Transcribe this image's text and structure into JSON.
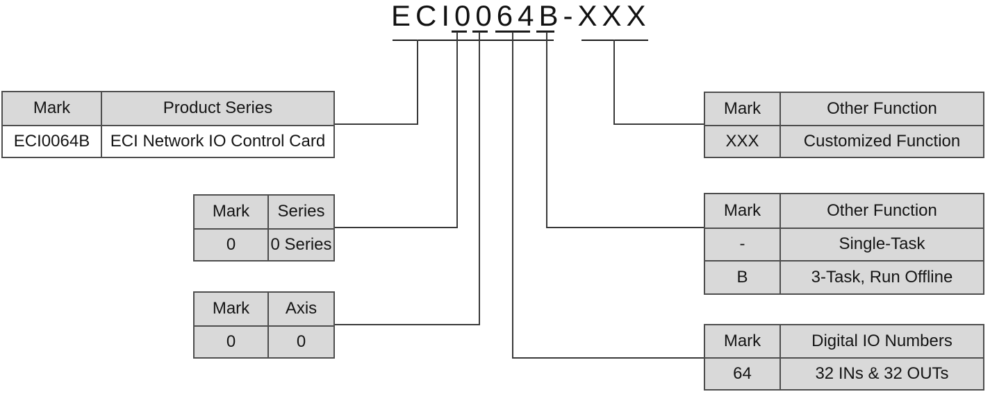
{
  "title": "ECI0064B-XXX",
  "colors": {
    "table_header_bg": "#d9d9d9",
    "table_cell_bg": "#d9d9d9",
    "product_value_bg": "#ffffff",
    "table_border": "#4d4d4d",
    "connector_line": "#383838",
    "text": "#141414"
  },
  "tables": {
    "product_series": {
      "headers": [
        "Mark",
        "Product Series"
      ],
      "rows": [
        [
          "ECI0064B",
          "ECI Network IO Control Card"
        ]
      ]
    },
    "series": {
      "headers": [
        "Mark",
        "Series"
      ],
      "rows": [
        [
          "0",
          "0 Series"
        ]
      ]
    },
    "axis": {
      "headers": [
        "Mark",
        "Axis"
      ],
      "rows": [
        [
          "0",
          "0"
        ]
      ]
    },
    "other_function_customized": {
      "headers": [
        "Mark",
        "Other Function"
      ],
      "rows": [
        [
          "XXX",
          "Customized Function"
        ]
      ]
    },
    "other_function_task": {
      "headers": [
        "Mark",
        "Other Function"
      ],
      "rows": [
        [
          "-",
          "Single-Task"
        ],
        [
          "B",
          "3-Task, Run Offline"
        ]
      ]
    },
    "digital_io": {
      "headers": [
        "Mark",
        "Digital IO Numbers"
      ],
      "rows": [
        [
          "64",
          "32 INs & 32 OUTs"
        ]
      ]
    }
  }
}
